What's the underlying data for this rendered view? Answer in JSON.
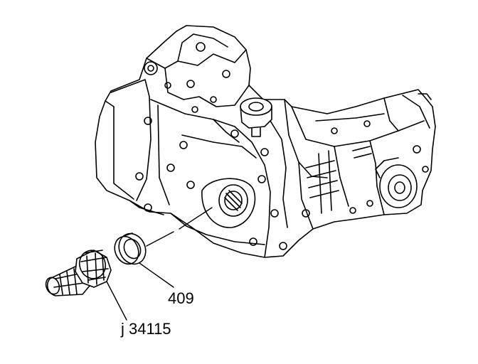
{
  "diagram": {
    "callouts": [
      {
        "id": "seal",
        "text": "409"
      },
      {
        "id": "tool",
        "text": "j 34115"
      }
    ]
  },
  "colors": {
    "line": "#000000",
    "background": "#ffffff"
  },
  "icons": {
    "transaxle": "transaxle-assembly-illustration",
    "seal": "axle-seal-illustration",
    "tool": "seal-installer-tool-illustration"
  }
}
